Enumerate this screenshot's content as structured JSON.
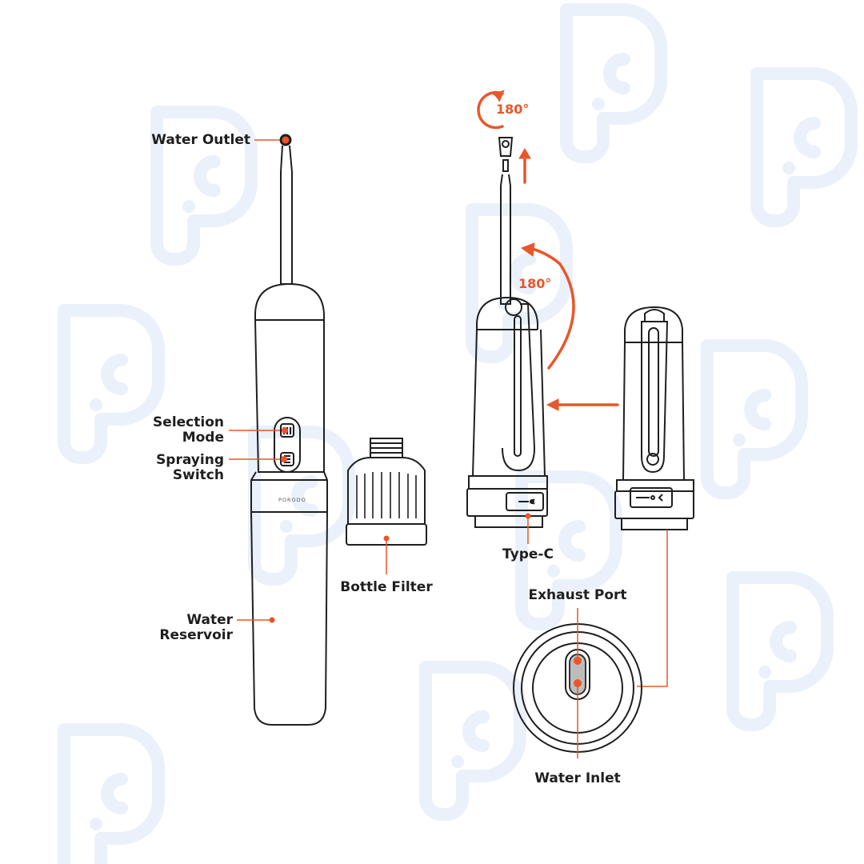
{
  "colors": {
    "accent": "#e8572a",
    "line": "#1f1f1f",
    "watermark": "#eaf1fb",
    "background": "#ffffff"
  },
  "watermark": {
    "icon": "brand-logo-watermark"
  },
  "device": {
    "brand": "PORODO"
  },
  "labels": {
    "water_outlet": "Water Outlet",
    "selection_mode": [
      "Selection",
      "Mode"
    ],
    "spraying_switch": [
      "Spraying",
      "Switch"
    ],
    "water_reservoir": [
      "Water",
      "Reservoir"
    ],
    "bottle_filter": "Bottle Filter",
    "type_c": "Type-C",
    "exhaust_port": "Exhaust Port",
    "water_inlet": "Water Inlet"
  },
  "rotation": {
    "top": "180°",
    "middle": "180°"
  }
}
